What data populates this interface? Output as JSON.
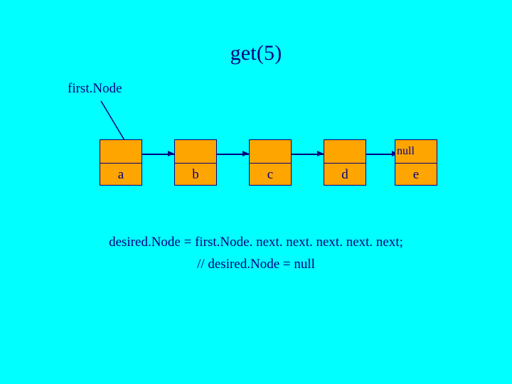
{
  "slide": {
    "title": "get(5)",
    "first_node_label": "first.Node",
    "null_label": "null",
    "caption_line_1": "desired.Node = first.Node. next. next. next. next. next;",
    "caption_line_2": "// desired.Node = null",
    "background_color": "#00FFFF",
    "text_color": "#000080",
    "node_fill_color": "#FFA500"
  },
  "nodes": [
    {
      "value": "a"
    },
    {
      "value": "b"
    },
    {
      "value": "c"
    },
    {
      "value": "d"
    },
    {
      "value": "e"
    }
  ]
}
